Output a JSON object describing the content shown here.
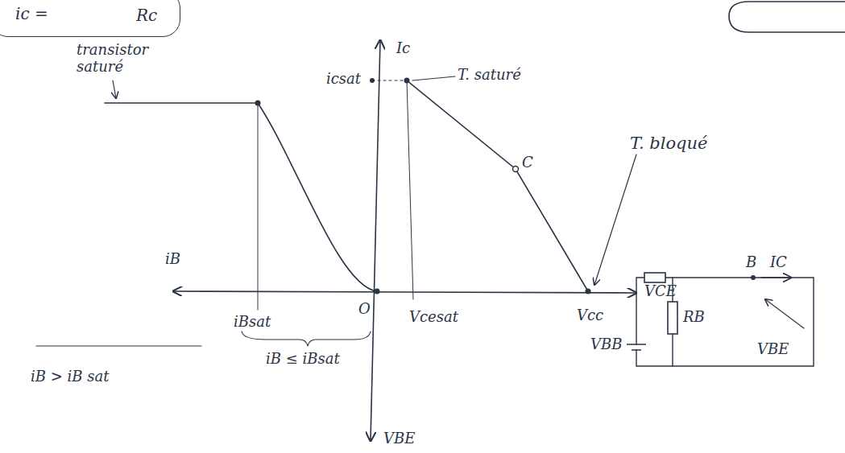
{
  "diagram": {
    "nodes": [
      {
        "text": [
          "ic =",
          "Rc"
        ]
      }
    ],
    "labels": [
      "transistor saturé",
      "Ic",
      "icsat",
      "T. saturé",
      "C",
      "T. bloqué",
      "VCE",
      "iB",
      "iBsat",
      "O",
      "Vcesat",
      "Vcc",
      "iB > iB sat",
      "iB ≤ iBsat",
      "VBE",
      "B",
      "IC",
      "RB",
      "VBE",
      "VBB"
    ]
  }
}
